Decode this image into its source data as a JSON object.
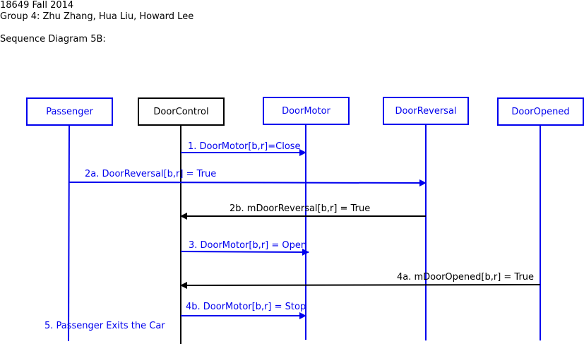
{
  "header": {
    "course": "18649 Fall 2014",
    "group": "Group 4: Zhu Zhang, Hua Liu, Howard Lee",
    "title": "Sequence Diagram 5B:"
  },
  "colors": {
    "blue": "#0000ee",
    "black": "#000000"
  },
  "participants": [
    {
      "id": "passenger",
      "label": "Passenger",
      "color": "blue"
    },
    {
      "id": "doorcontrol",
      "label": "DoorControl",
      "color": "black"
    },
    {
      "id": "doormotor",
      "label": "DoorMotor",
      "color": "blue"
    },
    {
      "id": "doorreversal",
      "label": "DoorReversal",
      "color": "blue"
    },
    {
      "id": "dooropened",
      "label": "DoorOpened",
      "color": "blue"
    }
  ],
  "messages": [
    {
      "from": "doorcontrol",
      "to": "doormotor",
      "label": "1. DoorMotor[b,r]=Close",
      "color": "blue"
    },
    {
      "from": "passenger",
      "to": "doorreversal",
      "label": "2a. DoorReversal[b,r] = True",
      "color": "blue"
    },
    {
      "from": "doorreversal",
      "to": "doorcontrol",
      "label": "2b. mDoorReversal[b,r] = True",
      "color": "black"
    },
    {
      "from": "doorcontrol",
      "to": "doormotor",
      "label": "3. DoorMotor[b,r] = Open",
      "color": "blue"
    },
    {
      "from": "dooropened",
      "to": "doorcontrol",
      "label": "4a. mDoorOpened[b,r] = True",
      "color": "black"
    },
    {
      "from": "doorcontrol",
      "to": "doormotor",
      "label": "4b. DoorMotor[b,r] = Stop",
      "color": "blue"
    }
  ],
  "notes": [
    {
      "label": "5. Passenger Exits the Car",
      "color": "blue"
    }
  ]
}
